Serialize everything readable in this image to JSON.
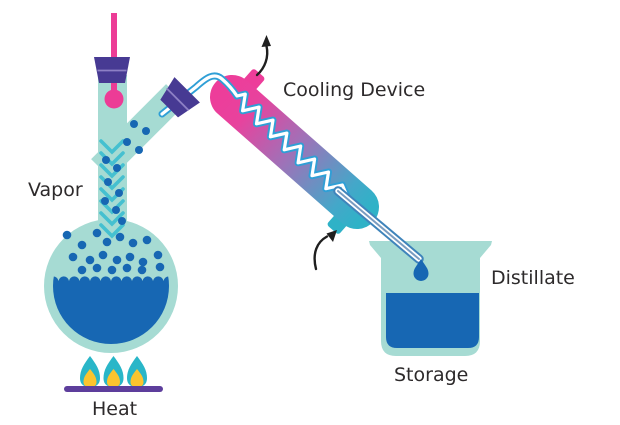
{
  "diagram": {
    "title_meaning": "Distillation apparatus",
    "labels": {
      "vapor": "Vapor",
      "cooling_device": "Cooling Device",
      "distillate": "Distillate",
      "storage": "Storage",
      "heat": "Heat"
    }
  },
  "colors": {
    "background": "#FFFFFF",
    "glass": "#A6DBD3",
    "liquid": "#1767B3",
    "bubble": "#1767B3",
    "chevron": "#45C0D0",
    "magenta": "#EC3C96",
    "stopper": "#473A93",
    "stopper_highlight": "#8D80C5",
    "condenser_top": "#ED3D9A",
    "condenser_mid": "#9E72B8",
    "condenser_bottom": "#2FB2C7",
    "coil": "#2F9FD6",
    "coil_core": "#FFFFFF",
    "tube_edge": "#3F84BB",
    "tube_center": "#7A9CC0",
    "flame_outer": "#29B6C8",
    "flame_inner": "#FCC42E",
    "burner_bar": "#5D3E9C",
    "arrow": "#1F1F1F",
    "text": "#2D2A2B"
  }
}
